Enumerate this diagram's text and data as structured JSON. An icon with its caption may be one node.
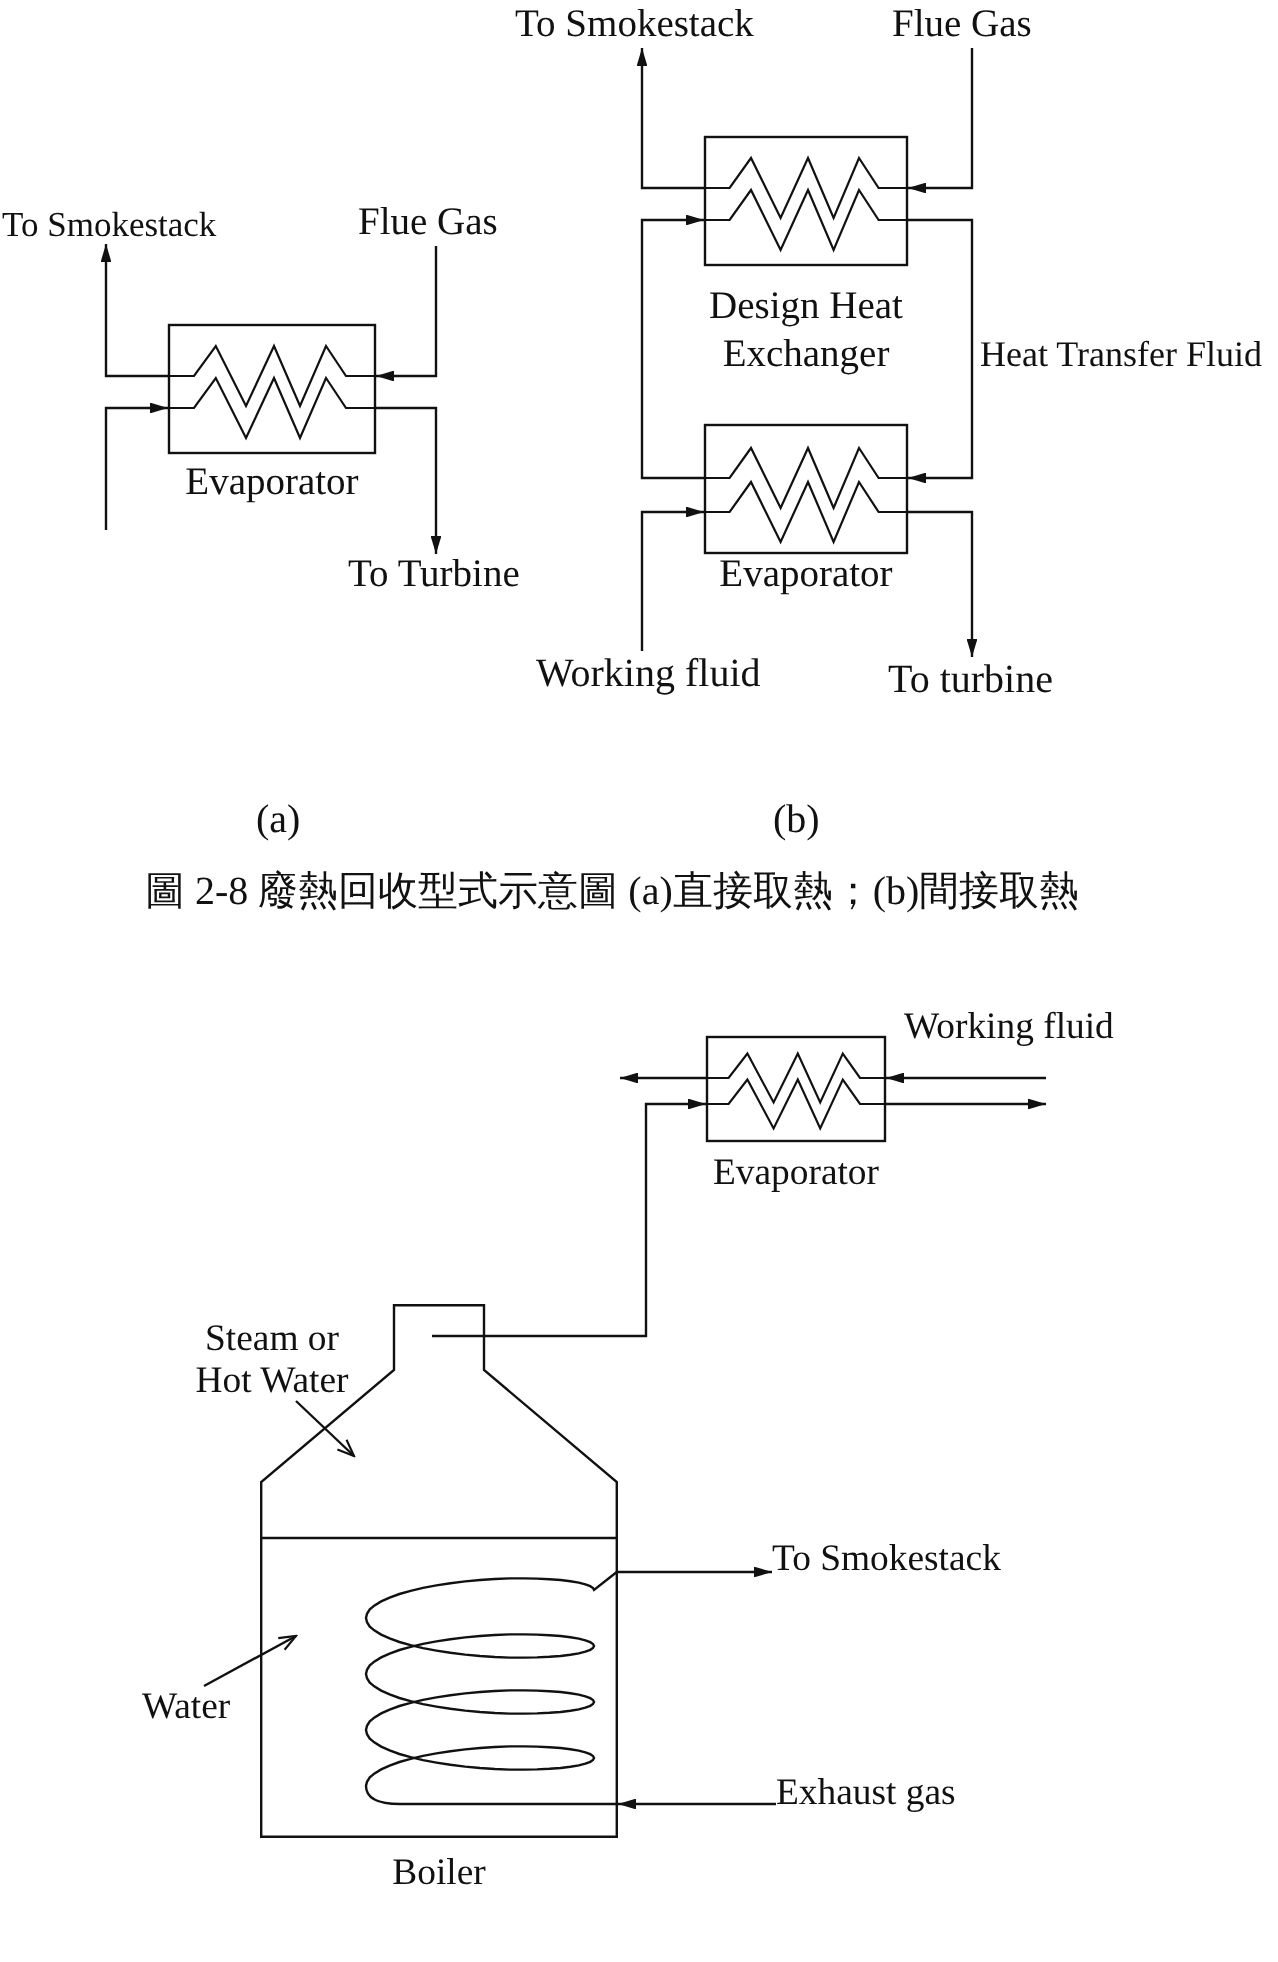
{
  "diagram": {
    "caption": "圖 2-8 廢熱回收型式示意圖 (a)直接取熱；(b)間接取熱",
    "nodes": [
      {
        "text": [
          "To Smokestack"
        ]
      },
      {
        "text": [
          "Flue Gas"
        ]
      },
      {
        "text": [
          "Evaporator"
        ]
      },
      {
        "text": [
          "To Turbine"
        ]
      },
      {
        "text": [
          "To Smokestack"
        ]
      },
      {
        "text": [
          "Flue Gas"
        ]
      },
      {
        "text": [
          "Design Heat Exchanger"
        ]
      },
      {
        "text": [
          "Evaporator"
        ]
      },
      {
        "text": [
          "Working fluid"
        ]
      },
      {
        "text": [
          "To turbine"
        ]
      },
      {
        "text": [
          "Evaporator"
        ]
      },
      {
        "text": [
          "Steam or Hot Water"
        ]
      },
      {
        "text": [
          "Boiler"
        ]
      },
      {
        "text": [
          "To Smokestack"
        ]
      },
      {
        "text": [
          "Water"
        ]
      },
      {
        "text": [
          "Exhaust gas"
        ]
      }
    ],
    "edges": [
      {
        "from": 2,
        "to": 0,
        "arrow": "to"
      },
      {
        "from": 1,
        "to": 2,
        "arrow": "to"
      },
      {
        "from": null,
        "to": 2,
        "arrow": "to"
      },
      {
        "from": 2,
        "to": 3,
        "arrow": "to"
      },
      {
        "from": 6,
        "to": 4,
        "arrow": "to"
      },
      {
        "from": 5,
        "to": 6,
        "arrow": "to"
      },
      {
        "from": 6,
        "to": 7,
        "arrow": "to",
        "label": "Heat Transfer Fluid"
      },
      {
        "from": 7,
        "to": 6,
        "arrow": "to"
      },
      {
        "from": 8,
        "to": 7,
        "arrow": "to"
      },
      {
        "from": 7,
        "to": 9,
        "arrow": "to"
      },
      {
        "from": null,
        "to": 10,
        "arrow": "to",
        "label": "Working fluid"
      },
      {
        "from": 10,
        "to": null,
        "arrow": "to"
      },
      {
        "from": 10,
        "to": null,
        "arrow": "to"
      },
      {
        "from": 12,
        "to": 10,
        "arrow": "to"
      },
      {
        "from": 11,
        "to": 12,
        "arrow": "to"
      },
      {
        "from": 12,
        "to": 13,
        "arrow": "to"
      },
      {
        "from": 14,
        "to": 12,
        "arrow": "to"
      },
      {
        "from": 15,
        "to": 12,
        "arrow": "to"
      }
    ],
    "labels": [
      "(a)",
      "(b)"
    ]
  }
}
